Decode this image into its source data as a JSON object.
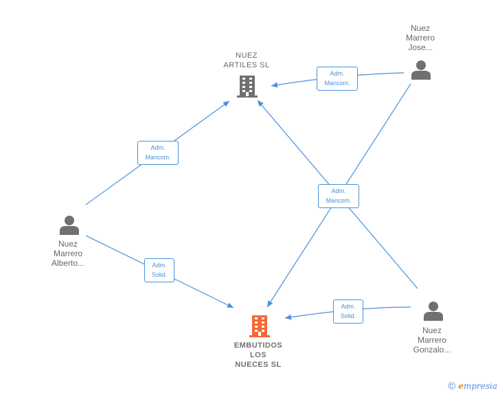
{
  "companies": {
    "nuez_artiles": {
      "name_lines": [
        "NUEZ",
        "ARTILES  SL"
      ],
      "color": "#707070"
    },
    "embutidos": {
      "name_lines": [
        "EMBUTIDOS",
        "LOS",
        "NUECES  SL"
      ],
      "color": "#f26a36"
    }
  },
  "persons": {
    "jose": {
      "name_lines": [
        "Nuez",
        "Marrero",
        "Jose..."
      ]
    },
    "alberto": {
      "name_lines": [
        "Nuez",
        "Marrero",
        "Alberto..."
      ]
    },
    "gonzalo": {
      "name_lines": [
        "Nuez",
        "Marrero",
        "Gonzalo..."
      ]
    }
  },
  "relations": {
    "jose_to_artiles": [
      "Adm.",
      "Mancom."
    ],
    "alberto_to_artiles": [
      "Adm.",
      "Mancom."
    ],
    "cross_center": [
      "Adm.",
      "Mancom."
    ],
    "alberto_to_embutidos": [
      "Adm.",
      "Solid."
    ],
    "gonzalo_to_embutidos": [
      "Adm.",
      "Solid."
    ]
  },
  "colors": {
    "edge": "#4a8fdb",
    "person_icon": "#707070",
    "text": "#666666"
  },
  "watermark": {
    "symbol": "©",
    "brand_e": "e",
    "brand_rest": "mpresia"
  }
}
